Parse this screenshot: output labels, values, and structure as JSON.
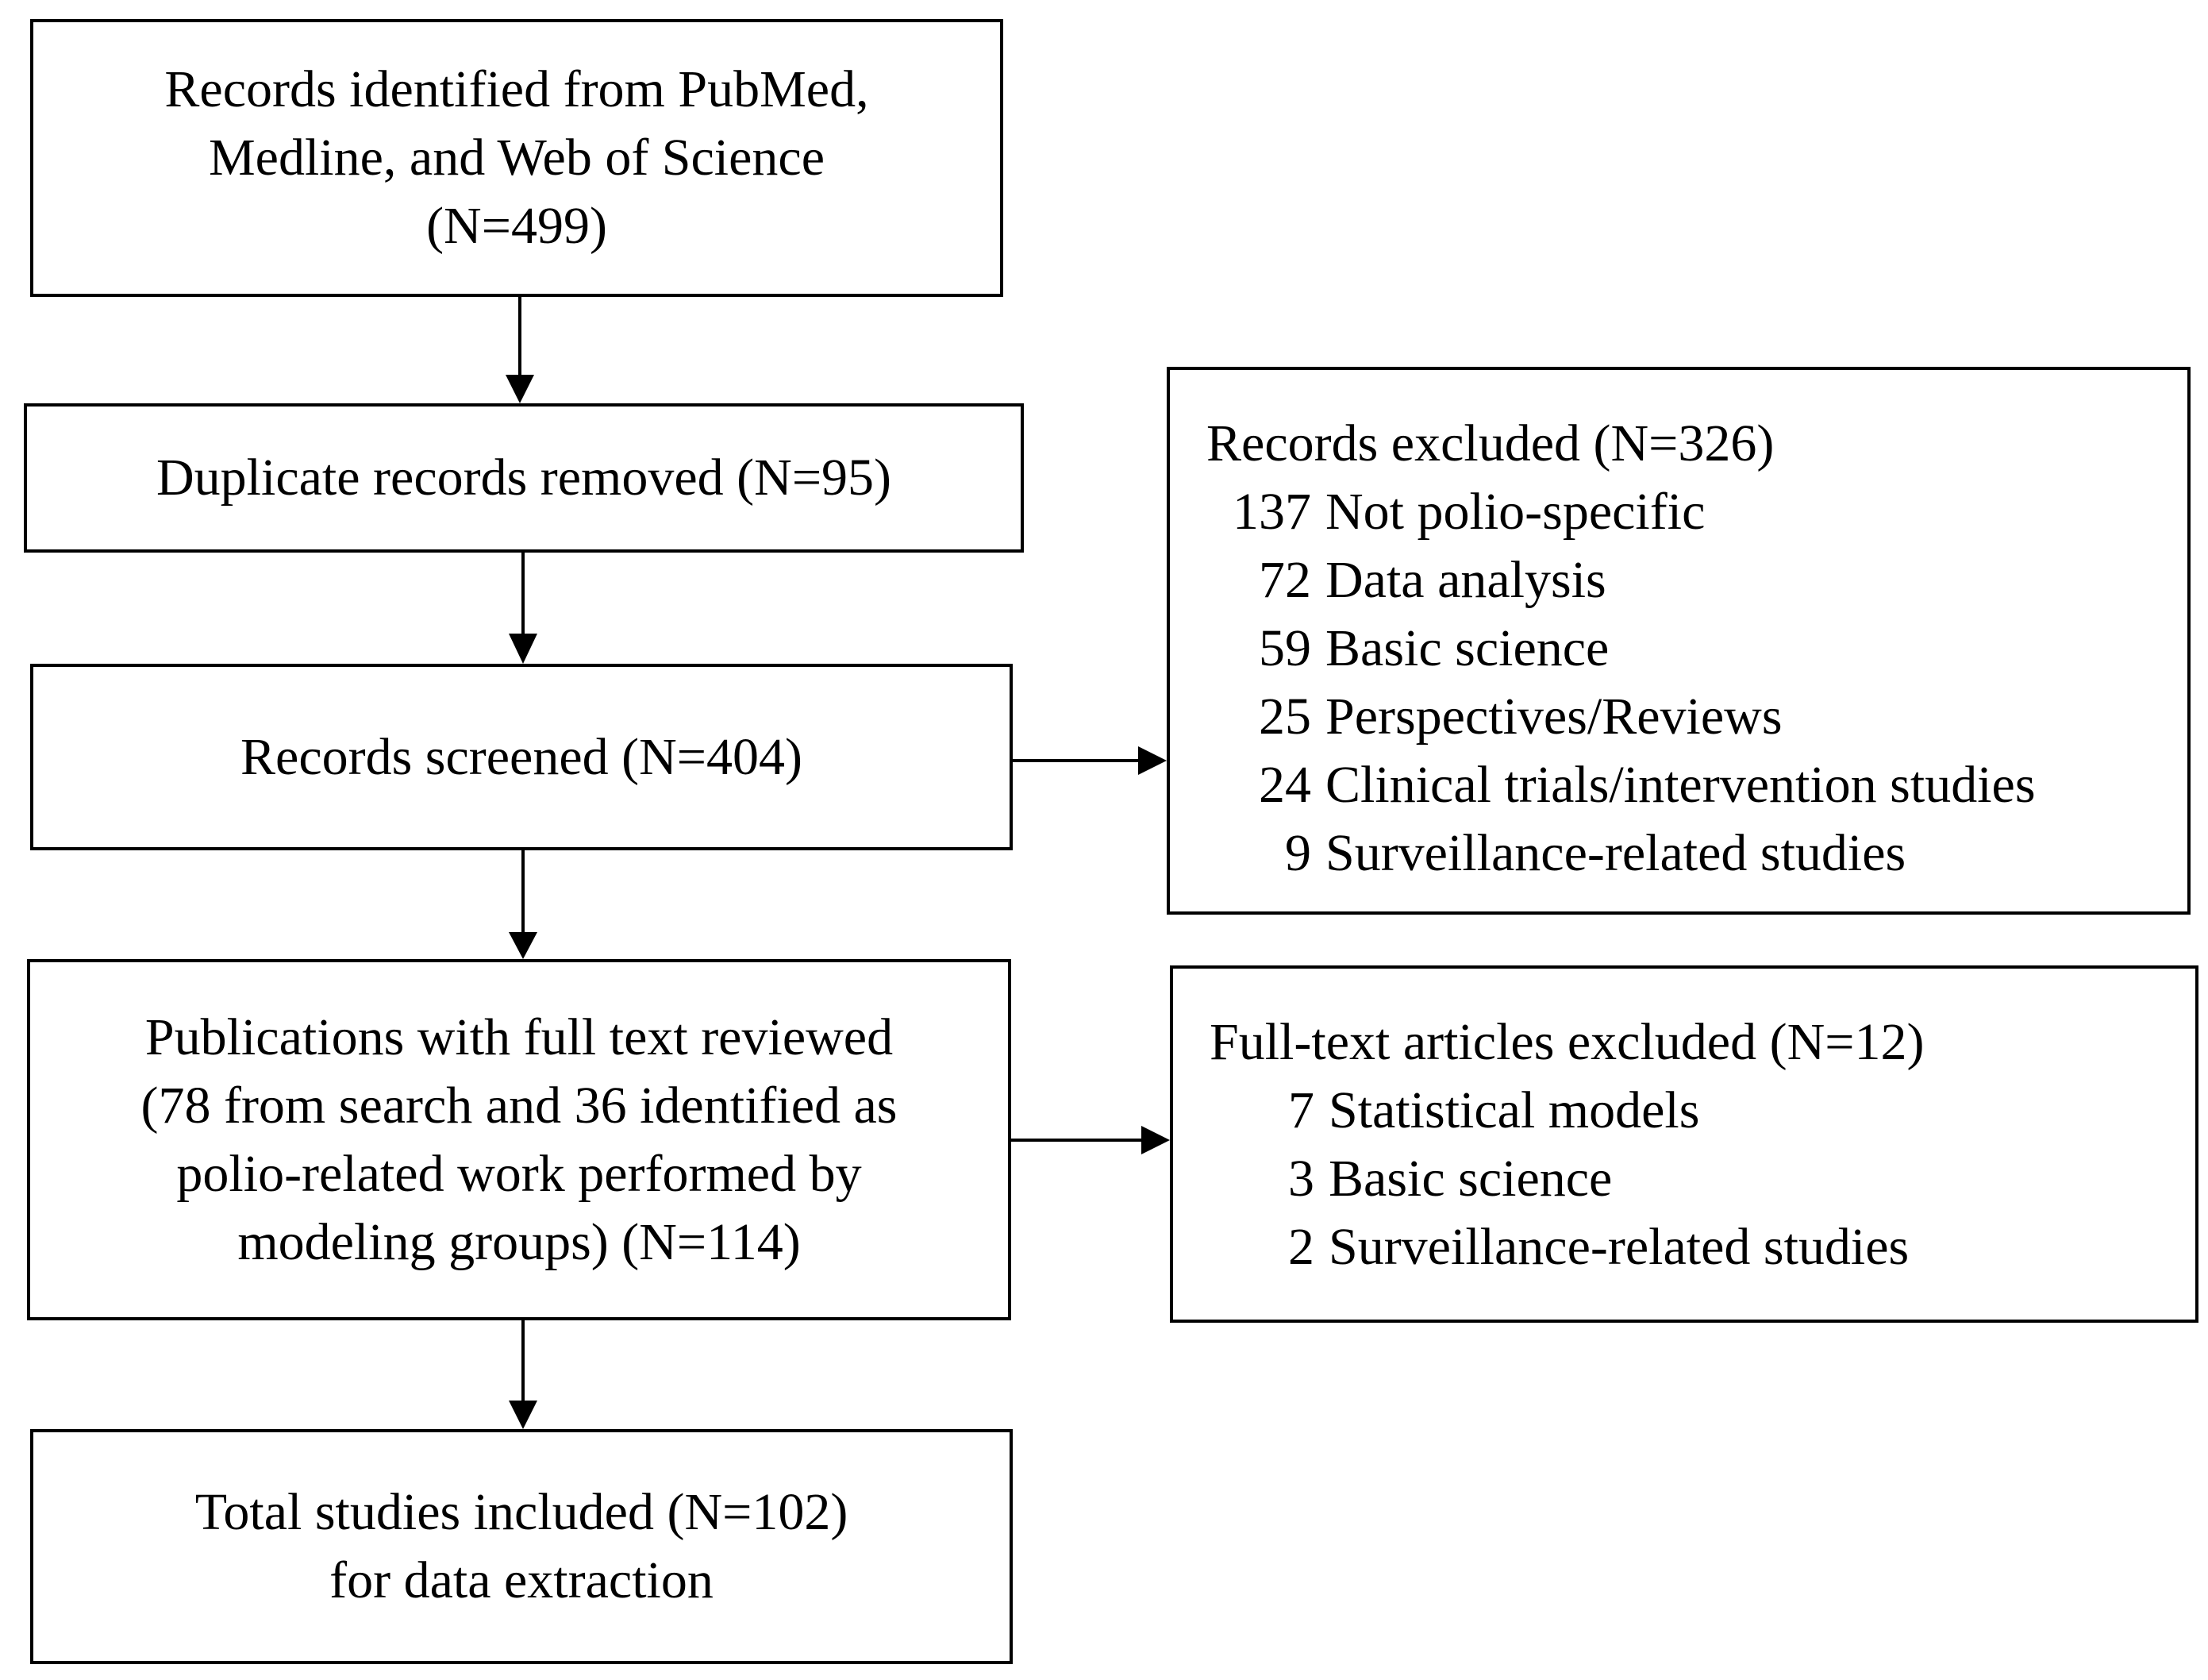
{
  "boxes": {
    "identified": {
      "lines": [
        "Records identified from PubMed,",
        "Medline, and Web of Science",
        "(N=499)"
      ]
    },
    "duplicates": {
      "lines": [
        "Duplicate records removed (N=95)"
      ]
    },
    "screened": {
      "lines": [
        "Records screened (N=404)"
      ]
    },
    "fulltext": {
      "lines": [
        "Publications with full text reviewed",
        "(78 from search and 36 identified as",
        "polio-related work performed by",
        "modeling groups) (N=114)"
      ]
    },
    "included": {
      "lines": [
        "Total studies included (N=102)",
        "for data extraction"
      ]
    },
    "records_excluded": {
      "title": "Records excluded (N=326)",
      "items": [
        {
          "count": "137",
          "label": "Not polio-specific"
        },
        {
          "count": "72",
          "label": "Data analysis"
        },
        {
          "count": "59",
          "label": "Basic science"
        },
        {
          "count": "25",
          "label": "Perspectives/Reviews"
        },
        {
          "count": "24",
          "label": "Clinical trials/intervention studies"
        },
        {
          "count": "9",
          "label": "Surveillance-related studies"
        }
      ]
    },
    "fulltext_excluded": {
      "title": "Full-text articles excluded (N=12)",
      "items": [
        {
          "count": "7",
          "label": "Statistical models"
        },
        {
          "count": "3",
          "label": "Basic science"
        },
        {
          "count": "2",
          "label": "Surveillance-related studies"
        }
      ]
    }
  }
}
